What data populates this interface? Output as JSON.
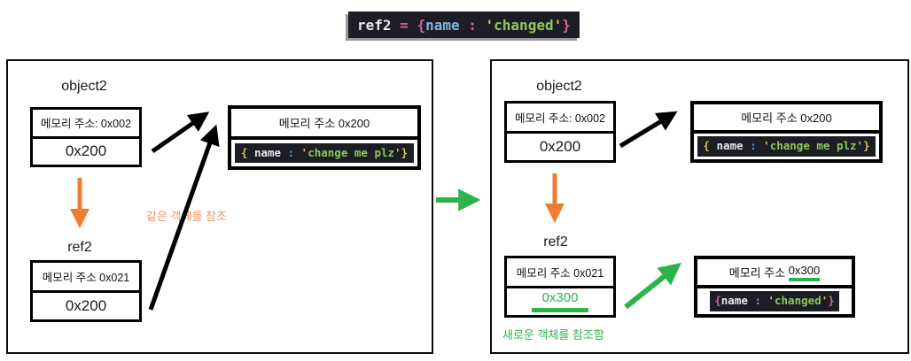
{
  "colors": {
    "orange_arrow": "#ED7D31",
    "orange_annotation_text": "#F0945A",
    "green_accent": "#2DB34C",
    "code_background": "#1D1D26",
    "code_white": "#E8E8E8",
    "code_pink": "#D4639F",
    "code_lightblue": "#7FB5DC",
    "code_blue": "#4F8ED2",
    "code_yellow": "#D8C24A",
    "code_green": "#8EC858"
  },
  "top_code": {
    "text": "ref2 = {name : 'changed'}",
    "tokens": [
      {
        "t": "ref2",
        "c": "w"
      },
      {
        "t": " = ",
        "c": "p"
      },
      {
        "t": "{",
        "c": "p"
      },
      {
        "t": "name",
        "c": "lb"
      },
      {
        "t": " : ",
        "c": "p"
      },
      {
        "t": "'",
        "c": "y"
      },
      {
        "t": "changed",
        "c": "g"
      },
      {
        "t": "'",
        "c": "y"
      },
      {
        "t": "}",
        "c": "p"
      }
    ]
  },
  "left_panel": {
    "object2": {
      "label": "object2",
      "address_row": "메모리 주소: 0x002",
      "value": "0x200"
    },
    "memory_box_200": {
      "address_row": "메모리 주소 0x200",
      "code_text": "{ name : 'change me plz'}",
      "code_tokens": [
        {
          "t": "{ ",
          "c": "y"
        },
        {
          "t": "name",
          "c": "w"
        },
        {
          "t": " : ",
          "c": "cb"
        },
        {
          "t": "'",
          "c": "y"
        },
        {
          "t": "change me plz",
          "c": "g"
        },
        {
          "t": "'",
          "c": "y"
        },
        {
          "t": "}",
          "c": "y"
        }
      ]
    },
    "ref2": {
      "label": "ref2",
      "address_row": "메모리 주소 0x021",
      "value": "0x200"
    },
    "annotation": "같은 객체를 참조"
  },
  "right_panel": {
    "object2": {
      "label": "object2",
      "address_row": "메모리 주소: 0x002",
      "value": "0x200"
    },
    "memory_box_200": {
      "address_row": "메모리 주소 0x200",
      "code_text": "{ name : 'change me plz'}",
      "code_tokens": [
        {
          "t": "{ ",
          "c": "y"
        },
        {
          "t": "name",
          "c": "w"
        },
        {
          "t": " : ",
          "c": "cb"
        },
        {
          "t": "'",
          "c": "y"
        },
        {
          "t": "change me plz",
          "c": "g"
        },
        {
          "t": "'",
          "c": "y"
        },
        {
          "t": "}",
          "c": "y"
        }
      ]
    },
    "ref2": {
      "label": "ref2",
      "address_row": "메모리 주소 0x021",
      "value": "0x300"
    },
    "memory_box_300": {
      "address_prefix": "메모리 주소 ",
      "address_value": "0x300",
      "code_text": "{name : 'changed'}",
      "code_tokens": [
        {
          "t": "{",
          "c": "p"
        },
        {
          "t": "name",
          "c": "w"
        },
        {
          "t": " : ",
          "c": "p"
        },
        {
          "t": "'",
          "c": "y"
        },
        {
          "t": "changed",
          "c": "g"
        },
        {
          "t": "'",
          "c": "y"
        },
        {
          "t": "}",
          "c": "p"
        }
      ]
    },
    "annotation": "새로운 객체를 참조함"
  }
}
